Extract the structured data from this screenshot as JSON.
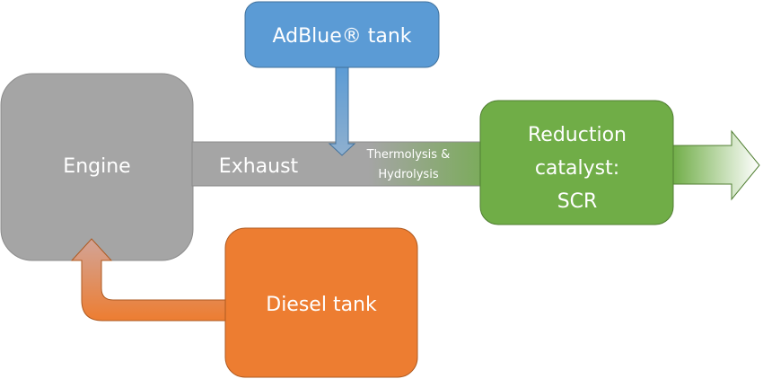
{
  "nodes": {
    "engine": {
      "label": "Engine",
      "color": "#a5a5a5"
    },
    "adblue": {
      "label": "AdBlue® tank",
      "color": "#5b9bd5"
    },
    "diesel": {
      "label": "Diesel tank",
      "color": "#ed7d31"
    },
    "catalyst": {
      "lines": [
        "Reduction",
        "catalyst:",
        "SCR"
      ],
      "color": "#70ad47"
    }
  },
  "edges": {
    "exhaust": {
      "label": "Exhaust"
    },
    "process": {
      "lines": [
        "Thermolysis &",
        "Hydrolysis"
      ]
    }
  }
}
